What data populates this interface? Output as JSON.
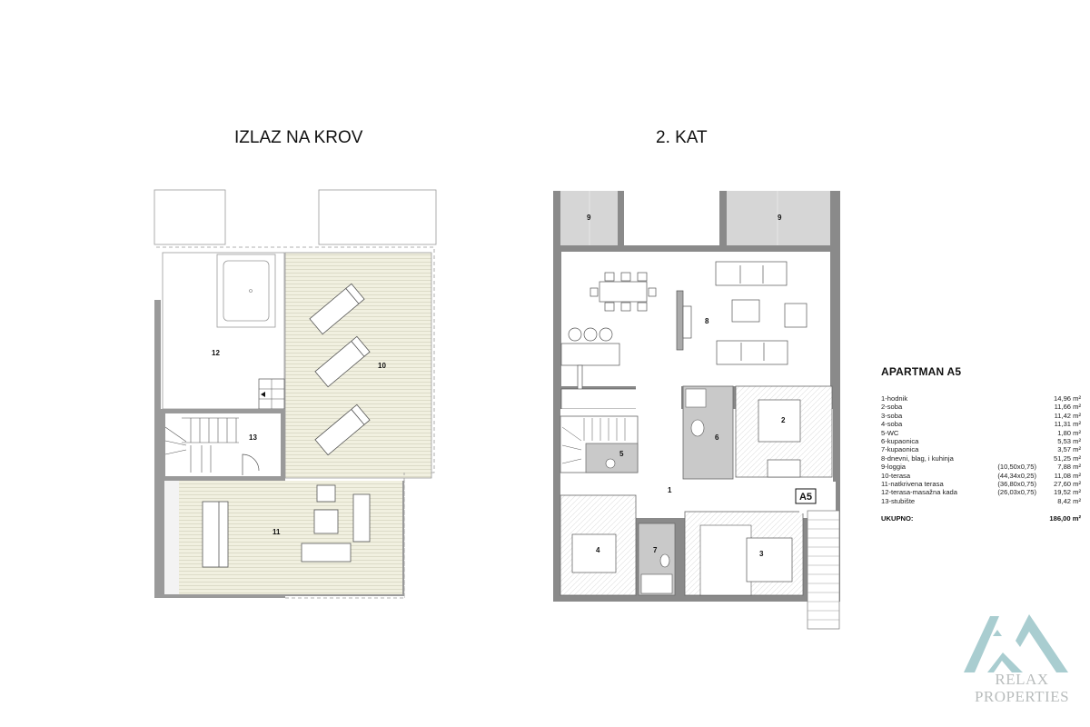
{
  "titles": {
    "left": "IZLAZ NA KROV",
    "right": "2. KAT"
  },
  "roof_plan": {
    "room_labels": [
      "12",
      "10",
      "13",
      "11"
    ]
  },
  "floor_plan": {
    "room_labels": [
      "9",
      "9",
      "8",
      "2",
      "6",
      "5",
      "1",
      "4",
      "7",
      "3"
    ],
    "apartment_tag": "A5"
  },
  "legend": {
    "title": "APARTMAN A5",
    "rows": [
      {
        "name": "1-hodnik",
        "dim": "",
        "area": "14,96 m²"
      },
      {
        "name": "2-soba",
        "dim": "",
        "area": "11,66 m²"
      },
      {
        "name": "3-soba",
        "dim": "",
        "area": "11,42 m²"
      },
      {
        "name": "4-soba",
        "dim": "",
        "area": "11,31 m²"
      },
      {
        "name": "5-WC",
        "dim": "",
        "area": "1,80 m²"
      },
      {
        "name": "6-kupaonica",
        "dim": "",
        "area": "5,53 m²"
      },
      {
        "name": "7-kupaonica",
        "dim": "",
        "area": "3,57 m²"
      },
      {
        "name": "8-dnevni, blag, i kuhinja",
        "dim": "",
        "area": "51,25 m²"
      },
      {
        "name": "9-loggia",
        "dim": "(10,50x0,75)",
        "area": "7,88 m²"
      },
      {
        "name": "10-terasa",
        "dim": "(44,34x0,25)",
        "area": "11,08 m²"
      },
      {
        "name": "11-natkrivena terasa",
        "dim": "(36,80x0,75)",
        "area": "27,60 m²"
      },
      {
        "name": "12-terasa-masažna kada",
        "dim": "(26,03x0,75)",
        "area": "19,52 m²"
      },
      {
        "name": "13-stubište",
        "dim": "",
        "area": "8,42 m²"
      }
    ],
    "total_label": "UKUPNO:",
    "total_value": "186,00 m²"
  },
  "logo": {
    "line1": "RELAX",
    "line2": "PROPERTIES",
    "color": "#a9cdd0"
  },
  "colors": {
    "wall": "#8a8a8a",
    "deck": "#efeedd",
    "loggia": "#d6d6d6",
    "bath": "#c9c9c9"
  }
}
